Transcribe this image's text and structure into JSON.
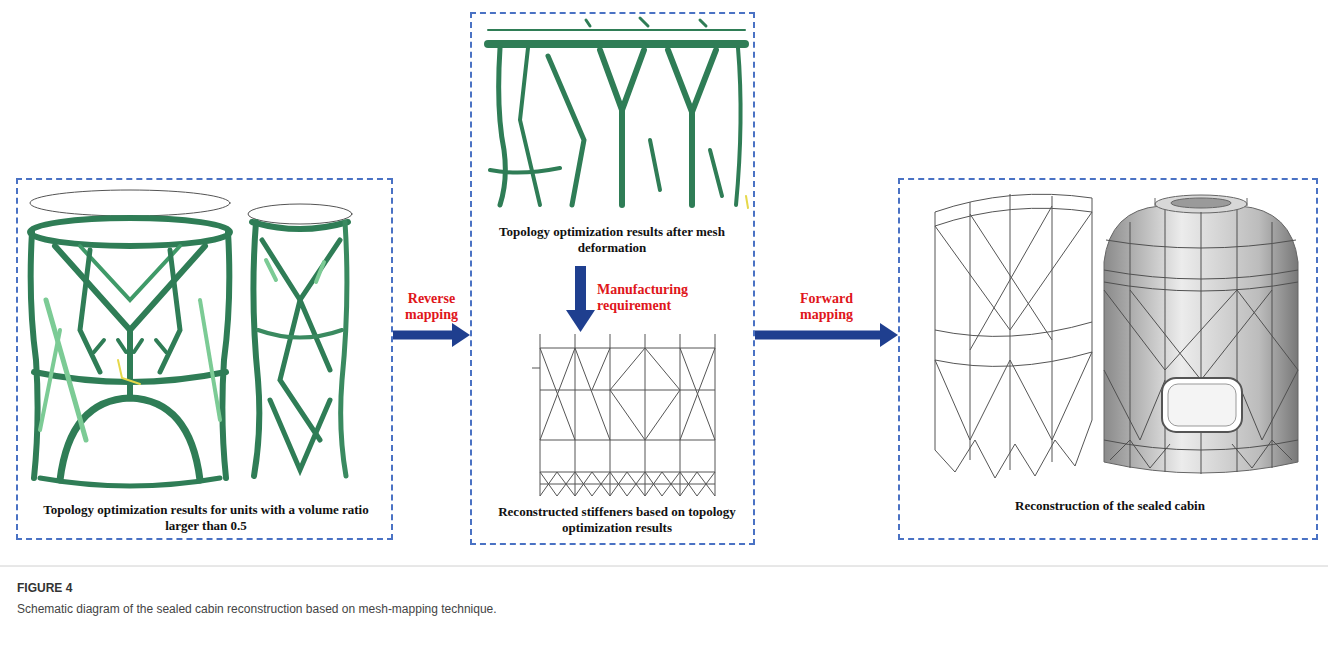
{
  "diagram": {
    "caption": "Schematic diagram of the sealed cabin reconstruction based on mesh-mapping technique.",
    "nodes": [
      {
        "text": [
          "Topology optimization results for units with a volume ratio larger than 0.5"
        ]
      },
      {
        "text": [
          "Topology optimization results after mesh deformation",
          "Reconstructed stiffeners based on topology optimization results"
        ]
      },
      {
        "text": [
          "Reconstruction of the sealed cabin"
        ]
      }
    ],
    "edges": [
      {
        "from": 0,
        "to": 1,
        "label": "Reverse mapping",
        "arrow": "to"
      },
      {
        "from": 1,
        "to": 2,
        "label": "Forward mapping",
        "arrow": "to"
      }
    ],
    "labels": [
      "Manufacturing requirement",
      "FIGURE 4"
    ]
  }
}
